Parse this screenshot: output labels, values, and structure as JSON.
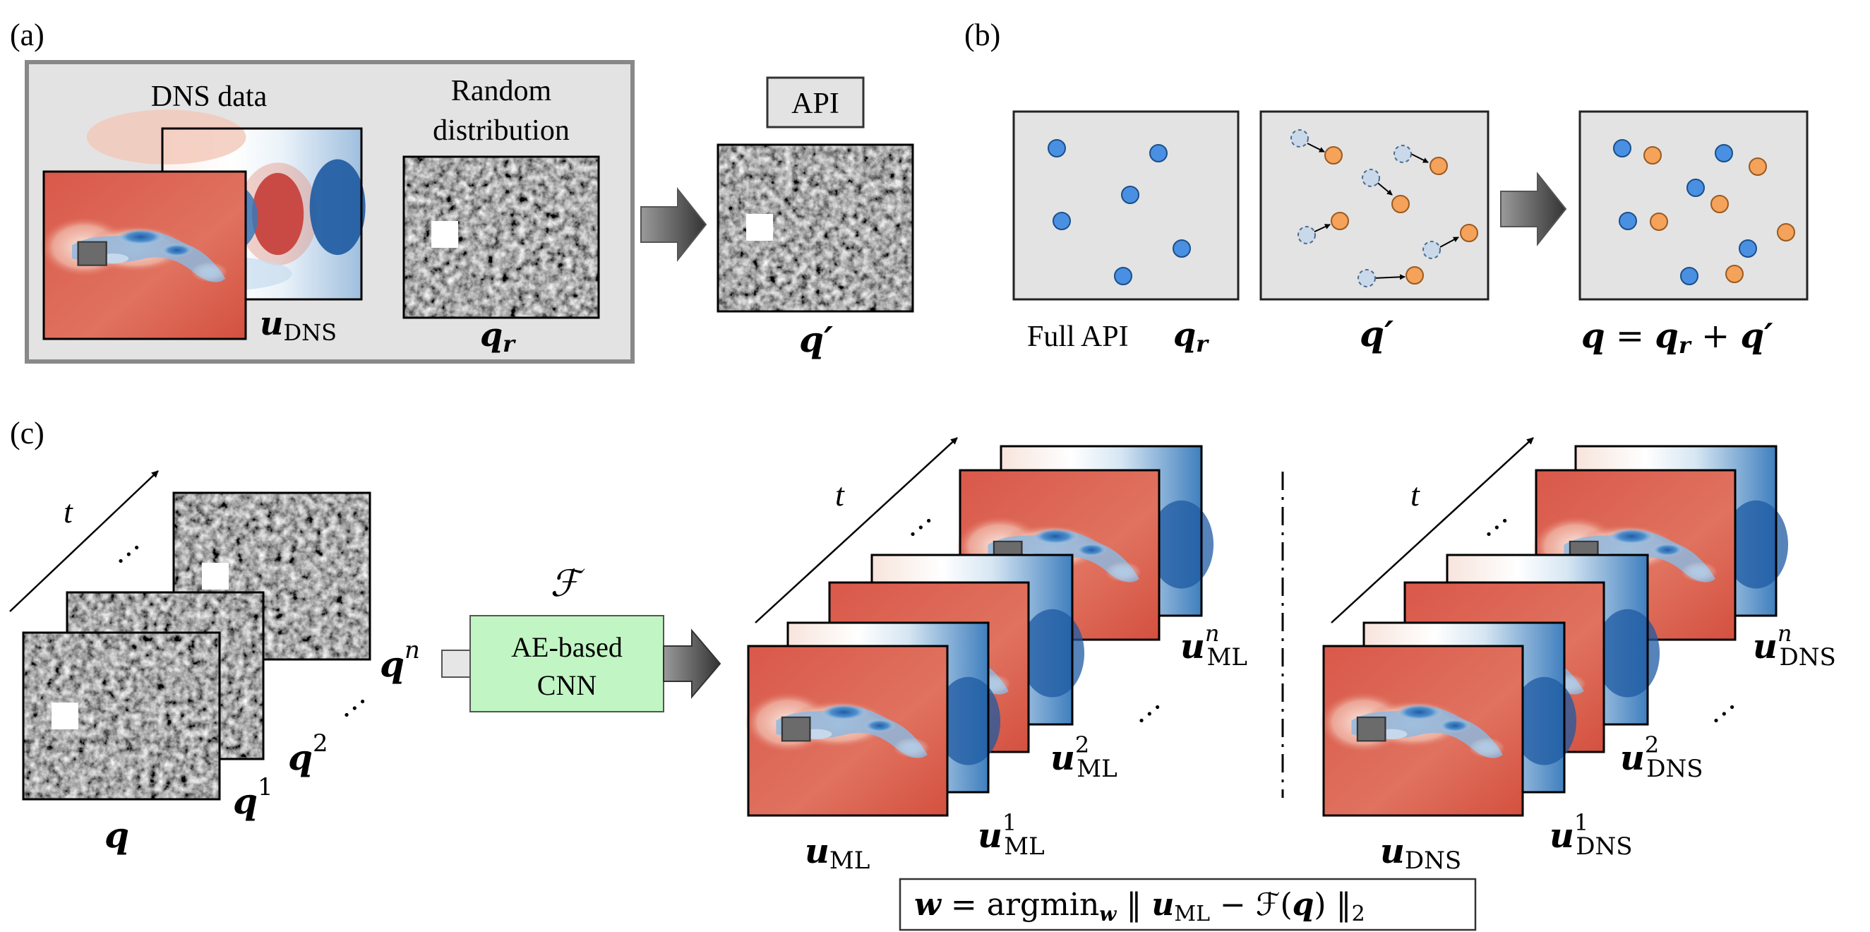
{
  "panels": {
    "a": {
      "tag": "(a)",
      "dns_title": "DNS data",
      "random_title_line1": "Random",
      "random_title_line2": "distribution",
      "u_dns_label": {
        "main": "u",
        "sub": "DNS"
      },
      "q_r_label": {
        "main": "q",
        "sub": "r"
      },
      "api_label": "API",
      "q_prime_label": "q′"
    },
    "b": {
      "tag": "(b)",
      "full_api_text": "Full API",
      "q_r_label": {
        "main": "q",
        "sub": "r"
      },
      "q_prime_label": "q′",
      "equation": {
        "lhs": "q",
        "eq": " = ",
        "t1": "q",
        "t1sub": "r",
        "plus": " + ",
        "t2": "q′"
      },
      "colors": {
        "blue": "#4a90e2",
        "orange": "#f5a25a",
        "ghost": "#c9d9ea"
      }
    },
    "c": {
      "tag": "(c)",
      "time_symbol": "t",
      "dots": "…",
      "q_labels": [
        {
          "main": "q",
          "sup": ""
        },
        {
          "main": "q",
          "sup": "1"
        },
        {
          "main": "q",
          "sup": "2"
        },
        {
          "main": "q",
          "sup": "n"
        }
      ],
      "operator_symbol": "ℱ",
      "cnn_line1": "AE-based",
      "cnn_line2": "CNN",
      "ml_labels": [
        {
          "main": "u",
          "sub": "ML",
          "sup": ""
        },
        {
          "main": "u",
          "sub": "ML",
          "sup": "1"
        },
        {
          "main": "u",
          "sub": "ML",
          "sup": "2"
        },
        {
          "main": "u",
          "sub": "ML",
          "sup": "n"
        }
      ],
      "dns_labels": [
        {
          "main": "u",
          "sub": "DNS",
          "sup": ""
        },
        {
          "main": "u",
          "sub": "DNS",
          "sup": "1"
        },
        {
          "main": "u",
          "sub": "DNS",
          "sup": "2"
        },
        {
          "main": "u",
          "sub": "DNS",
          "sup": "n"
        }
      ],
      "loss": {
        "w": "w",
        "eq": " = argmin",
        "wsub": "w",
        "norm_open": " ‖ ",
        "u": "u",
        "usub": "ML",
        "minus": " − ℱ(",
        "q": "q",
        "close": ") ‖",
        "two": "2"
      },
      "colors": {
        "cnn_fill": "#c2f5c4",
        "arrow": "#6e6e6e"
      }
    }
  }
}
